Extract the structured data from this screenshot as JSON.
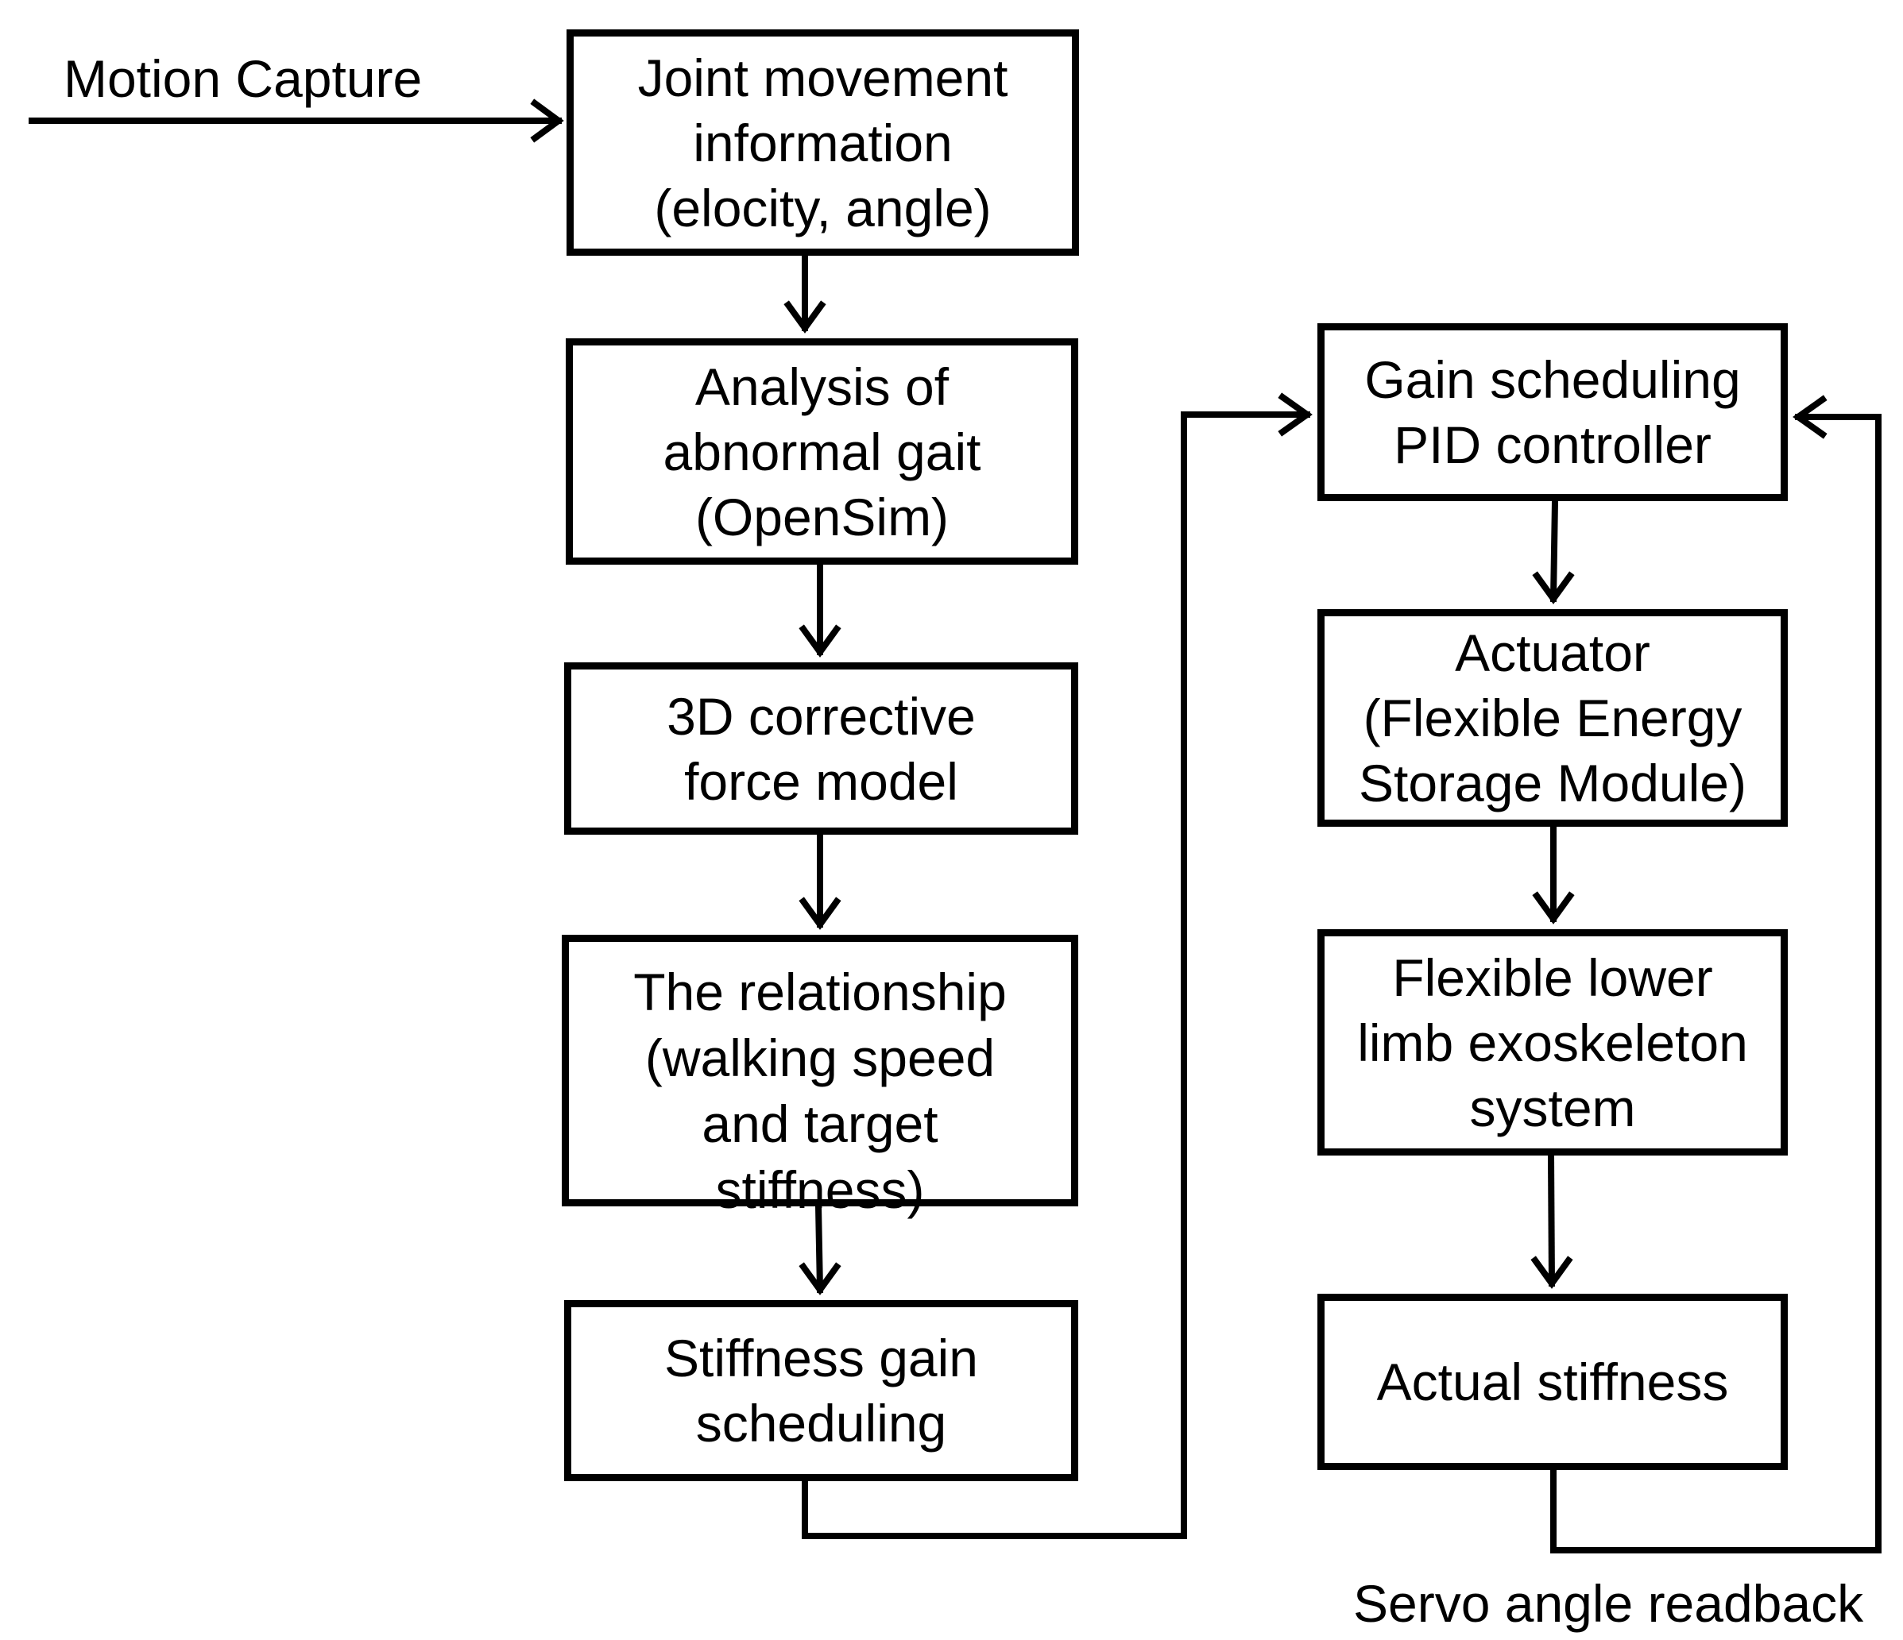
{
  "diagram": {
    "input_label": "Motion Capture",
    "feedback_label": "Servo angle readback",
    "boxes": {
      "joint_movement": "Joint movement\ninformation\n(elocity, angle)",
      "analysis": "Analysis of\nabnormal gait\n(OpenSim)",
      "corrective_force": "3D corrective\nforce model",
      "relationship": "The relationship\n(walking speed\nand target\nstiffness)",
      "stiffness_gain": "Stiffness gain\nscheduling",
      "pid_controller": "Gain scheduling\nPID controller",
      "actuator": "Actuator\n(Flexible Energy\nStorage Module)",
      "exoskeleton": "Flexible lower\nlimb exoskeleton\nsystem",
      "actual_stiffness": "Actual stiffness"
    }
  }
}
